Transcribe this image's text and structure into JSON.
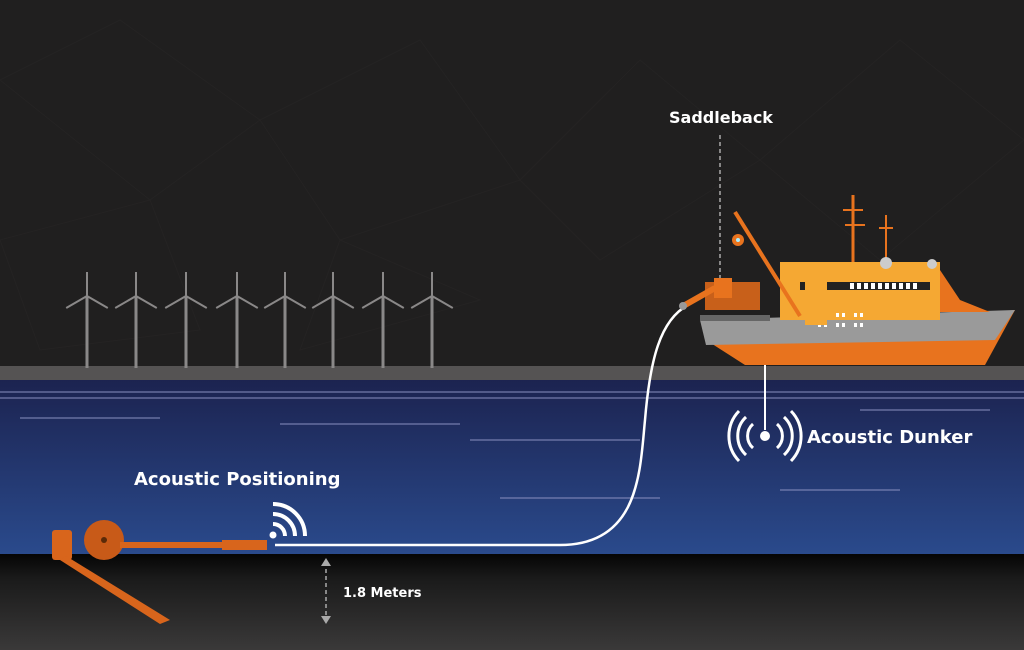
{
  "labels": {
    "saddleback": "Saddleback",
    "acoustic_dunker": "Acoustic Dunker",
    "acoustic_positioning": "Acoustic Positioning",
    "burial_depth": "1.8 Meters"
  },
  "colors": {
    "sky": "#1f1e1e",
    "sea": "#23356e",
    "seabed": "#2f2e2e",
    "ship_orange": "#e8731e",
    "ship_yellow": "#f5a833",
    "ship_grey": "#9a9a9a",
    "cable": "#ffffff"
  },
  "icons": [
    "wind-turbine-icon",
    "signal-icon",
    "acoustic-broadcast-icon"
  ]
}
